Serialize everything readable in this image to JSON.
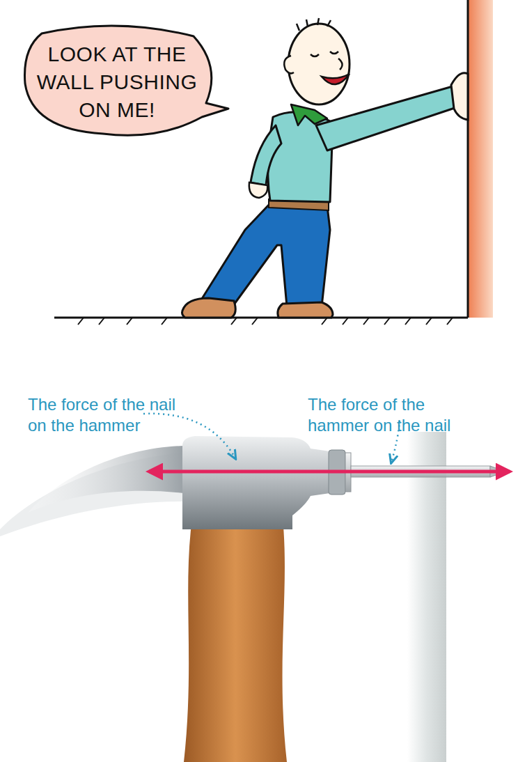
{
  "diagram": {
    "nodes": [
      {
        "text": [
          "LOOK AT THE WALL PUSHING ON ME!"
        ]
      }
    ],
    "labels": [
      "The force of the nail on the hammer",
      "The force of the hammer on the nail"
    ]
  }
}
